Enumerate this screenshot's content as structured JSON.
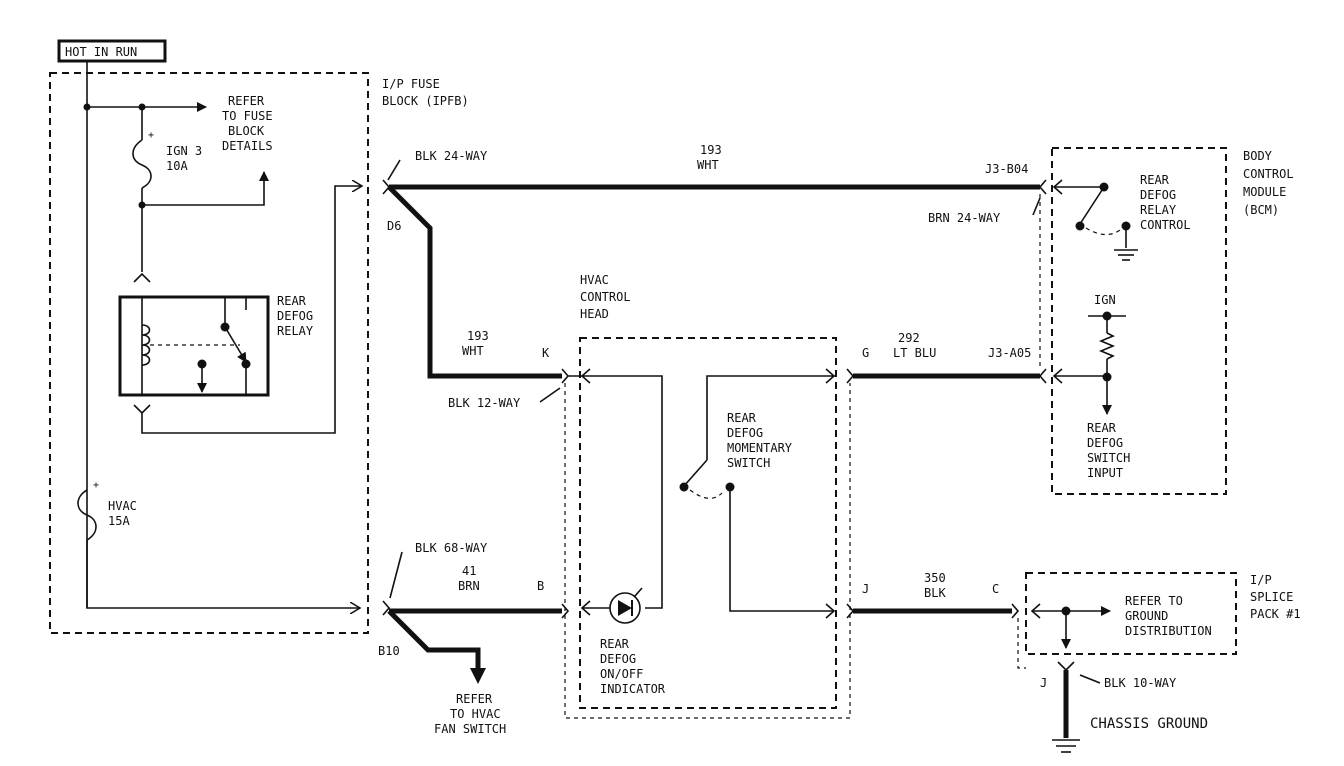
{
  "labels": {
    "hot_in_run": "HOT IN RUN",
    "ipfb_line1": "I/P FUSE",
    "ipfb_line2": "BLOCK (IPFB)",
    "refer_fuse_1": "REFER",
    "refer_fuse_2": "TO FUSE",
    "refer_fuse_3": "BLOCK",
    "refer_fuse_4": "DETAILS",
    "ign3_1": "IGN 3",
    "ign3_2": "10A",
    "relay_1": "REAR",
    "relay_2": "DEFOG",
    "relay_3": "RELAY",
    "hvac_fuse_1": "HVAC",
    "hvac_fuse_2": "15A",
    "blk24_left": "BLK 24-WAY",
    "d6": "D6",
    "w193_top_1": "193",
    "w193_top_2": "WHT",
    "j3b04": "J3-B04",
    "brn24": "BRN 24-WAY",
    "bcm_1": "BODY",
    "bcm_2": "CONTROL",
    "bcm_3": "MODULE",
    "bcm_4": "(BCM)",
    "rdrc_1": "REAR",
    "rdrc_2": "DEFOG",
    "rdrc_3": "RELAY",
    "rdrc_4": "CONTROL",
    "hvac_head_1": "HVAC",
    "hvac_head_2": "CONTROL",
    "hvac_head_3": "HEAD",
    "w193_mid_1": "193",
    "w193_mid_2": "WHT",
    "k": "K",
    "blk12": "BLK 12-WAY",
    "g": "G",
    "w292_1": "292",
    "w292_2": "LT BLU",
    "j3a05": "J3-A05",
    "ign": "IGN",
    "rdsi_1": "REAR",
    "rdsi_2": "DEFOG",
    "rdsi_3": "SWITCH",
    "rdsi_4": "INPUT",
    "rdms_1": "REAR",
    "rdms_2": "DEFOG",
    "rdms_3": "MOMENTARY",
    "rdms_4": "SWITCH",
    "blk68": "BLK 68-WAY",
    "w41_1": "41",
    "w41_2": "BRN",
    "b": "B",
    "j": "J",
    "w350_1": "350",
    "w350_2": "BLK",
    "c": "C",
    "ips_1": "I/P",
    "ips_2": "SPLICE",
    "ips_3": "PACK #1",
    "rgd_1": "REFER TO",
    "rgd_2": "GROUND",
    "rgd_3": "DISTRIBUTION",
    "b10": "B10",
    "rfs_1": "REFER",
    "rfs_2": "TO HVAC",
    "rfs_3": "FAN SWITCH",
    "rdoi_1": "REAR",
    "rdoi_2": "DEFOG",
    "rdoi_3": "ON/OFF",
    "rdoi_4": "INDICATOR",
    "j_bottom": "J",
    "blk10": "BLK 10-WAY",
    "chassis_ground": "CHASSIS GROUND"
  }
}
